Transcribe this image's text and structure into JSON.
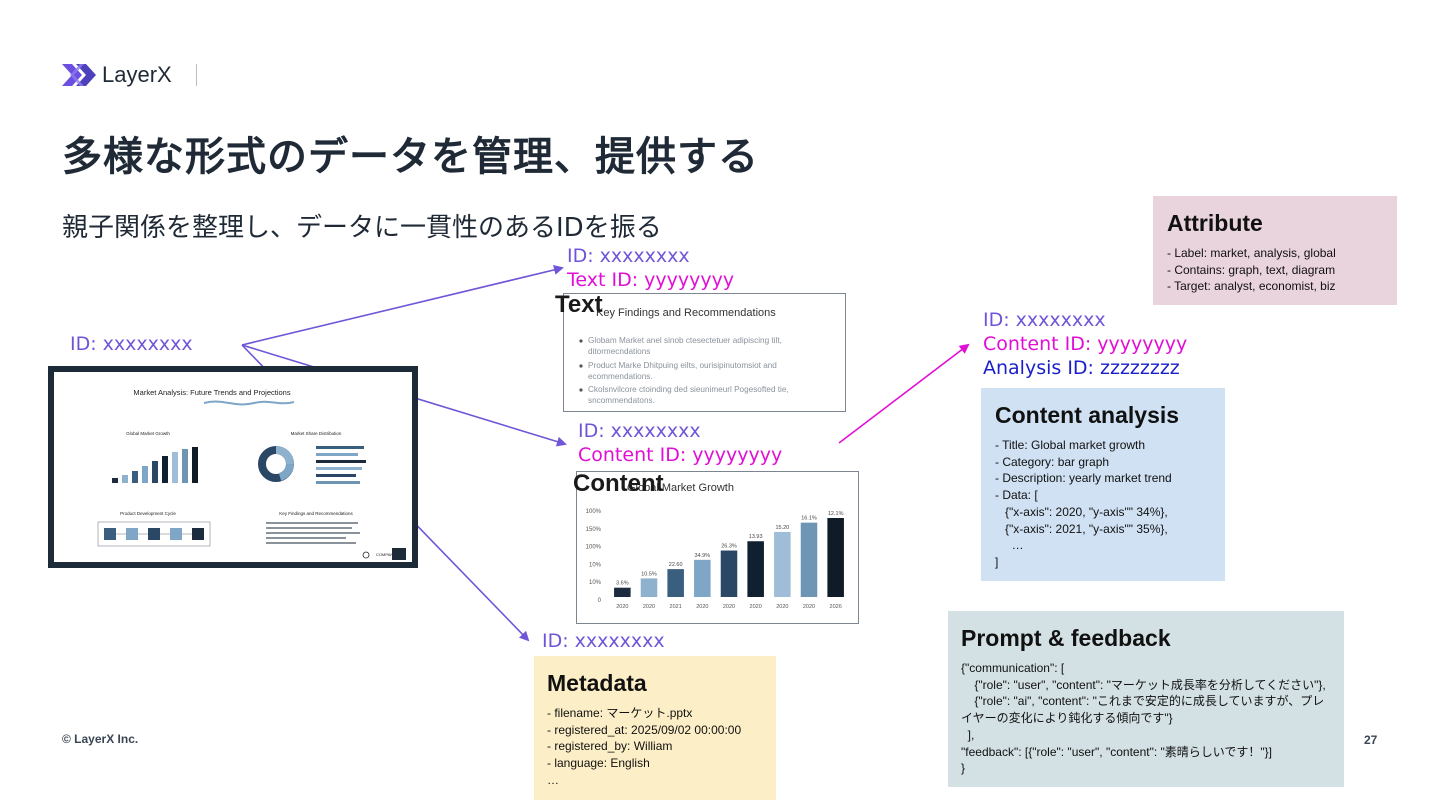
{
  "brand": {
    "name": "LayerX",
    "accent": "#6c4fe0",
    "accent2": "#3b2db5"
  },
  "title": "多様な形式のデータを管理、提供する",
  "subtitle": "親子関係を整理し、データに一貫性のあるIDを振る",
  "source": {
    "id": "ID: xxxxxxxx"
  },
  "thumbnail": {
    "title": "Market Analysis: Future Trends and Projections",
    "chart1_title": "Global Market Growth",
    "chart2_title": "Market Share Distribution",
    "chart3_title": "Product Development Cycle",
    "chart4_title": "Key Findings and Recommendations",
    "company": "COMPANY"
  },
  "text_node": {
    "id": "ID: xxxxxxxx",
    "text_id": "Text ID: yyyyyyyy",
    "label": "Text",
    "heading": "Key Findings and Recommendations",
    "bullets": [
      "Globam Market anel sinob ctesectetuer adipiscing tilt,",
      "ditormecndations",
      "Product Marke Dhitpuing eilts, ourisipinutomsiot and",
      "ecommendations.",
      "Ckolsnvilcore ctoinding ded sieunimeurl Pogesofted tie,",
      "sncommendatons."
    ]
  },
  "content_node": {
    "id": "ID: xxxxxxxx",
    "content_id": "Content ID: yyyyyyyy",
    "label": "Content",
    "chart_title": "Global Market Growth"
  },
  "analysis_node": {
    "id": "ID: xxxxxxxx",
    "content_id": "Content ID: yyyyyyyy",
    "analysis_id": "Analysis ID: zzzzzzzz"
  },
  "metadata_node": {
    "id": "ID: xxxxxxxx"
  },
  "attribute_card": {
    "title": "Attribute",
    "lines": "- Label: market, analysis, global\n- Contains: graph, text, diagram\n- Target: analyst, economist, biz"
  },
  "content_analysis_card": {
    "title": "Content analysis",
    "lines": "- Title: Global market growth\n- Category: bar graph\n- Description: yearly market trend\n- Data: [\n   {\"x-axis\": 2020, \"y-axis\"\" 34%},\n   {\"x-axis\": 2021, \"y-axis\"\" 35%},\n     …\n]"
  },
  "prompt_card": {
    "title": "Prompt & feedback",
    "lines": "{\"communication\": [\n    {\"role\": \"user\", \"content\": \"マーケット成長率を分析してください\"},\n    {\"role\": \"ai\", \"content\": \"これまで安定的に成長していますが、プレ\nイヤーの変化により鈍化する傾向です\"}\n  ],\n\"feedback\": [{\"role\": \"user\", \"content\": \"素晴らしいです！\"}]\n}"
  },
  "metadata_card": {
    "title": "Metadata",
    "lines": "- filename: マーケット.pptx\n- registered_at: 2025/09/02 00:00:00\n- registered_by: William\n- language: English\n…"
  },
  "chart_data": {
    "type": "bar",
    "title": "Global Market Growth",
    "categories": [
      "2020",
      "2020",
      "2021",
      "2020",
      "2020",
      "2020",
      "2020",
      "2020",
      "2026"
    ],
    "values": [
      3.6,
      10.5,
      22.6,
      34.9,
      26.3,
      13.93,
      15.2,
      16.1,
      12.1
    ],
    "value_labels": [
      "3.6%",
      "10.5%",
      "22.60",
      "34.9%",
      "26.3%",
      "13.93",
      "15.20",
      "16.1%",
      "12.1%"
    ],
    "heights": [
      1,
      2,
      3,
      4,
      5,
      6,
      7,
      8,
      8.5
    ],
    "yticks": [
      "100%",
      "150%",
      "100%",
      "10%",
      "10%",
      "0"
    ],
    "colors": [
      "#1c2c3e",
      "#8eb1cd",
      "#3a5e7e",
      "#7fa6c6",
      "#2b4766",
      "#102030",
      "#9fbdd6",
      "#6f95b5",
      "#0f1b27"
    ]
  },
  "footer": {
    "copyright": "© LayerX Inc.",
    "page": "27"
  }
}
